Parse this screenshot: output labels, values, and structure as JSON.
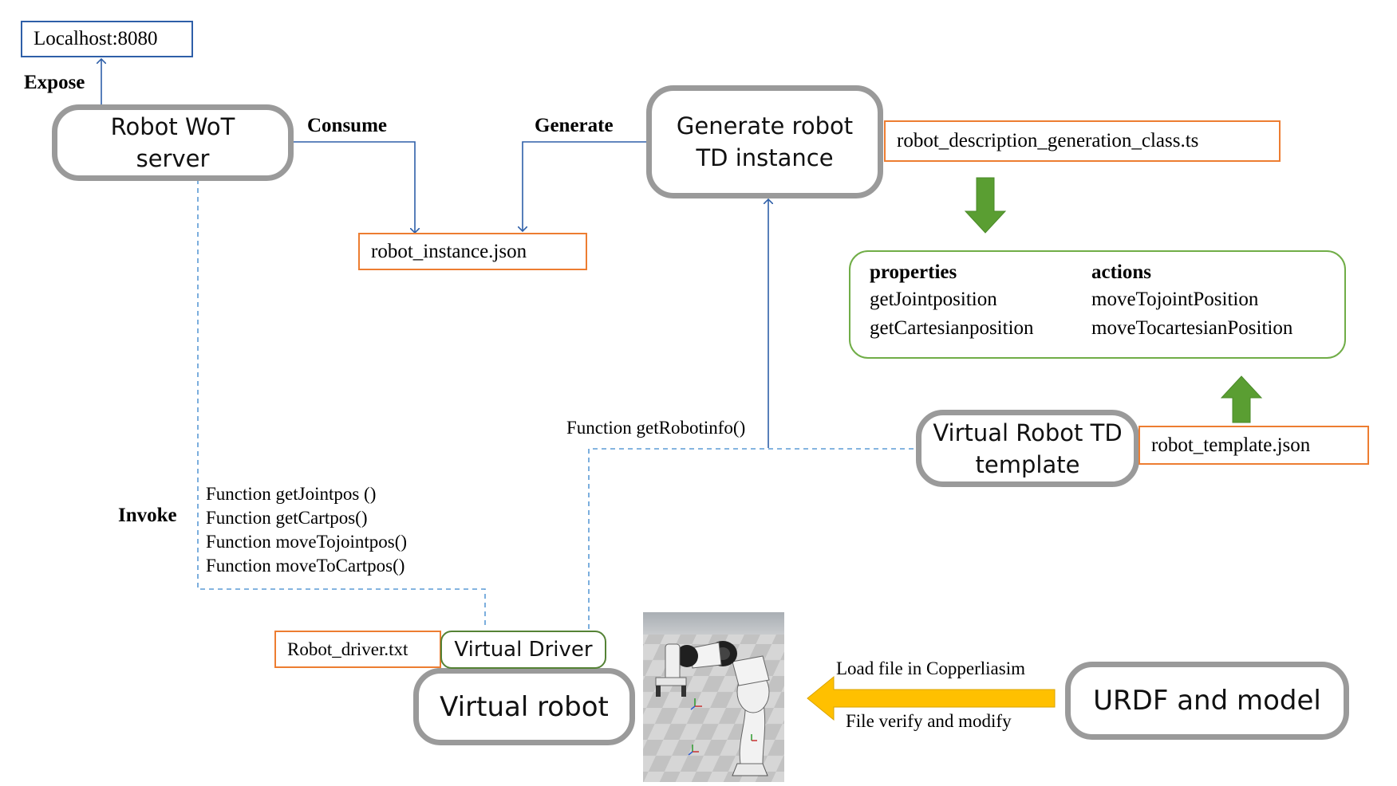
{
  "nodes": {
    "localhost": "Localhost:8080",
    "wot_server": "Robot WoT server",
    "generate_td": "Generate robot TD instance",
    "generation_class": "robot_description_generation_class.ts",
    "instance_json": "robot_instance.json",
    "td_template": "Virtual Robot TD template",
    "template_json": "robot_template.json",
    "virtual_driver": "Virtual Driver",
    "robot_driver_txt": "Robot_driver.txt",
    "virtual_robot": "Virtual robot",
    "urdf": "URDF and model"
  },
  "edges": {
    "expose": "Expose",
    "consume": "Consume",
    "generate": "Generate",
    "invoke": "Invoke",
    "get_robot_info": "Function getRobotinfo()",
    "load_file": "Load file in Copperliasim",
    "verify": "File verify and modify"
  },
  "functions": [
    "Function getJointpos ()",
    "Function getCartpos()",
    "Function moveTojointpos()",
    "Function moveToCartpos()"
  ],
  "td_panel": {
    "properties_title": "properties",
    "properties": [
      "getJointposition",
      "getCartesianposition"
    ],
    "actions_title": "actions",
    "actions": [
      "moveTojointPosition",
      "moveTocartesianPosition"
    ]
  },
  "colors": {
    "blue_line": "#2e5fa8",
    "dashed_line": "#5b9bd5",
    "orange_border": "#ed7d31",
    "green_arrow": "#5a9e32",
    "yellow_arrow": "#ffc000",
    "grey_border": "#9a9a9a"
  }
}
